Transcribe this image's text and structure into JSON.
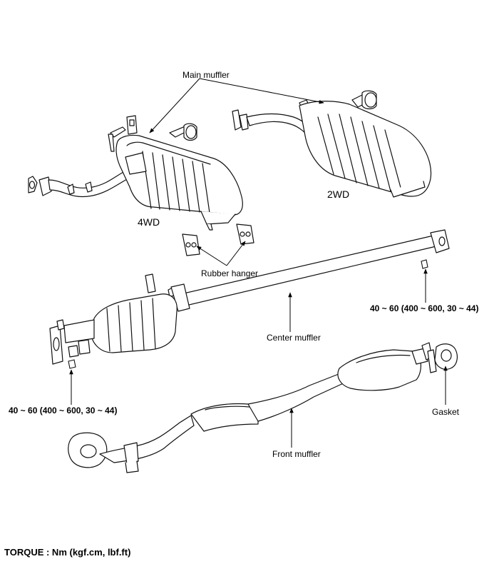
{
  "labels": {
    "main_muffler": "Main muffler",
    "wd4": "4WD",
    "wd2": "2WD",
    "rubber_hanger": "Rubber hanger",
    "torque_right": "40 ~ 60 (400 ~ 600, 30 ~ 44)",
    "torque_left": "40 ~ 60 (400 ~ 600, 30 ~ 44)",
    "center_muffler": "Center muffler",
    "gasket": "Gasket",
    "front_muffler": "Front muffler"
  },
  "footer": {
    "torque_units": "TORQUE : Nm (kgf.cm, lbf.ft)"
  }
}
